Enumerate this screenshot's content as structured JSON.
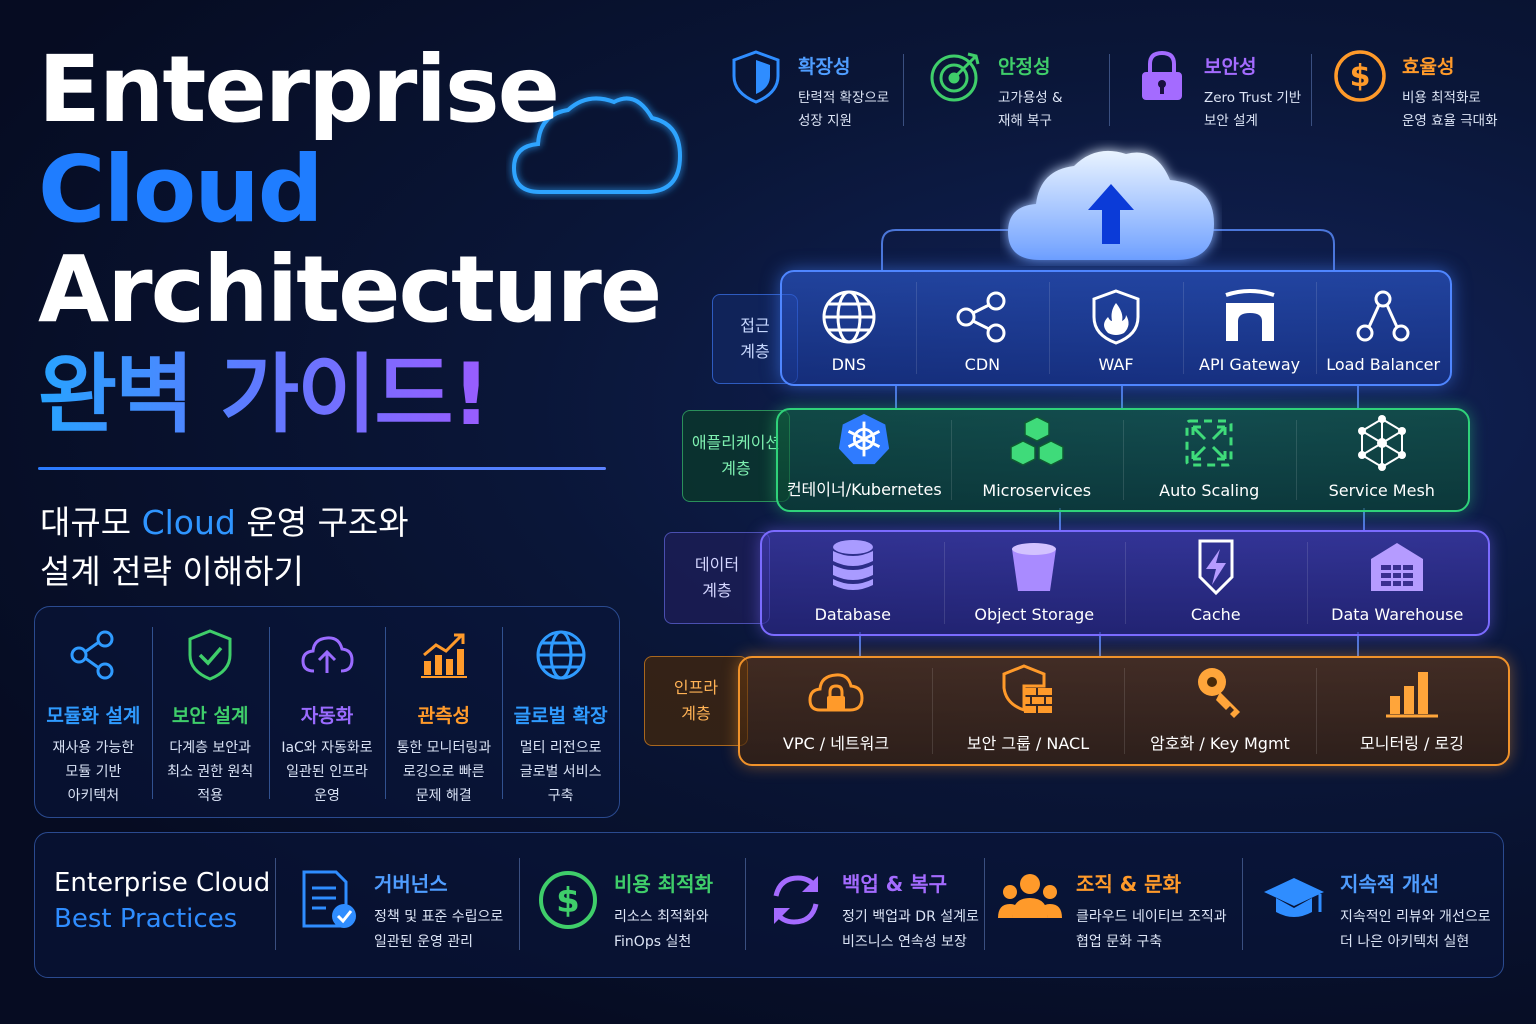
{
  "title": {
    "line1": "Enterprise",
    "line2": "Cloud",
    "line3": "Architecture",
    "line4": "완벽 가이드!"
  },
  "subtitle": {
    "line1_pre": "대규모 ",
    "line1_hl": "Cloud",
    "line1_post": " 운영 구조와",
    "line2": "설계 전략 이해하기"
  },
  "principles": [
    {
      "title": "모듈화 설계",
      "desc": "재사용 가능한\n모듈 기반\n아키텍처",
      "icon": "share-icon",
      "color": "#2f9bff"
    },
    {
      "title": "보안 설계",
      "desc": "다계층 보안과\n최소 권한 원칙\n적용",
      "icon": "shield-check-icon",
      "color": "#3fce6a"
    },
    {
      "title": "자동화",
      "desc": "IaC와 자동화로\n일관된 인프라\n운영",
      "icon": "cloud-upload-icon",
      "color": "#9a6bff"
    },
    {
      "title": "관측성",
      "desc": "통한 모니터링과\n로깅으로 빠른\n문제 해결",
      "icon": "chart-growth-icon",
      "color": "#ff9a2a"
    },
    {
      "title": "글로벌 확장",
      "desc": "멀티 리전으로\n글로벌 서비스\n구축",
      "icon": "globe-icon",
      "color": "#2f9bff"
    }
  ],
  "features": [
    {
      "title": "확장성",
      "desc": "탄력적 확장으로\n성장 지원",
      "icon": "shield-icon",
      "color": "#2f8dff"
    },
    {
      "title": "안정성",
      "desc": "고가용성 &\n재해 복구",
      "icon": "target-icon",
      "color": "#3fce6a"
    },
    {
      "title": "보안성",
      "desc": "Zero Trust 기반\n보안 설계",
      "icon": "lock-icon",
      "color": "#a46bff"
    },
    {
      "title": "효율성",
      "desc": "비용 최적화로\n운영 효율 극대화",
      "icon": "dollar-icon",
      "color": "#ff9a2a"
    }
  ],
  "layers": {
    "access": {
      "tag": "접근\n계층",
      "items": [
        "DNS",
        "CDN",
        "WAF",
        "API Gateway",
        "Load Balancer"
      ]
    },
    "application": {
      "tag": "애플리케이션\n계층",
      "items": [
        "컨테이너/Kubernetes",
        "Microservices",
        "Auto Scaling",
        "Service Mesh"
      ]
    },
    "data": {
      "tag": "데이터\n계층",
      "items": [
        "Database",
        "Object Storage",
        "Cache",
        "Data Warehouse"
      ]
    },
    "infra": {
      "tag": "인프라\n계층",
      "items": [
        "VPC /  네트워크",
        "보안 그룹 / NACL",
        "암호화 / Key Mgmt",
        "모니터링 / 로깅"
      ]
    }
  },
  "best_practices": {
    "heading1": "Enterprise Cloud",
    "heading2": "Best Practices",
    "items": [
      {
        "title": "거버넌스",
        "desc": "정책 및 표준 수립으로\n일관된 운영 관리",
        "icon": "document-check-icon",
        "color": "#2f8dff"
      },
      {
        "title": "비용 최적화",
        "desc": "리소스 최적화와\nFinOps 실천",
        "icon": "dollar-icon",
        "color": "#3fce6a"
      },
      {
        "title": "백업 & 복구",
        "desc": "정기 백업과 DR 설계로\n비즈니스 연속성 보장",
        "icon": "sync-icon",
        "color": "#a46bff"
      },
      {
        "title": "조직 & 문화",
        "desc": "클라우드 네이티브 조직과\n협업 문화 구축",
        "icon": "team-icon",
        "color": "#ff9a2a"
      },
      {
        "title": "지속적 개선",
        "desc": "지속적인 리뷰와 개선으로\n더 나은 아키텍처 실현",
        "icon": "graduation-cap-icon",
        "color": "#2f8dff"
      }
    ]
  },
  "colors": {
    "access": "#3d7dff",
    "application": "#2fd27a",
    "data": "#7b6bff",
    "infra": "#f0922a"
  }
}
